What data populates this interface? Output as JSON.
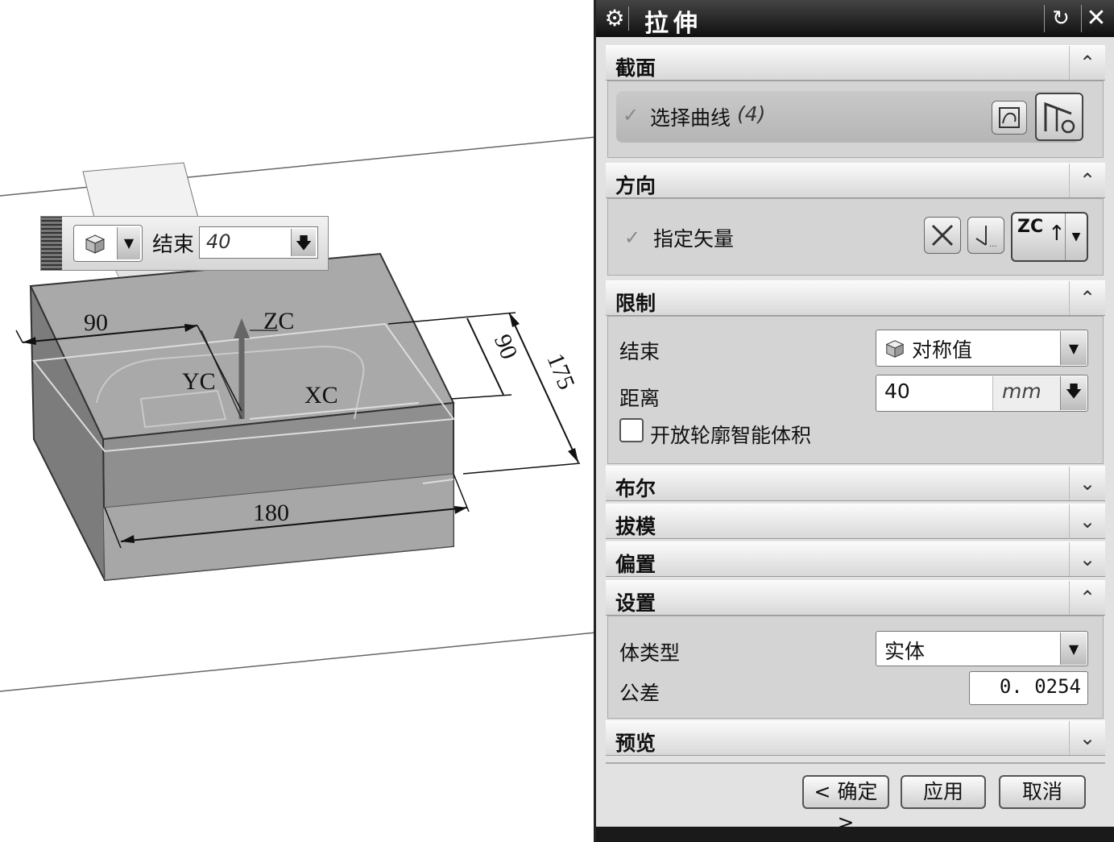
{
  "viewport": {
    "dimensions": {
      "d90_top": "90",
      "d90_right": "90",
      "d175": "175",
      "d180": "180"
    },
    "axes": {
      "zc": "ZC",
      "yc": "YC",
      "xc": "XC"
    },
    "mini_toolbar": {
      "end_label": "结束",
      "end_value": "40"
    }
  },
  "dialog": {
    "title": "拉伸",
    "sections": {
      "section": {
        "label": "截面",
        "select_curve": "选择曲线",
        "count": "(4)"
      },
      "direction": {
        "label": "方向",
        "specify_vector": "指定矢量",
        "vector_combo": "ZC"
      },
      "limits": {
        "label": "限制",
        "end_label": "结束",
        "end_value": "对称值",
        "distance_label": "距离",
        "distance_value": "40",
        "distance_unit": "mm",
        "open_profile_label": "开放轮廓智能体积"
      },
      "boolean": {
        "label": "布尔"
      },
      "draft": {
        "label": "拔模"
      },
      "offset": {
        "label": "偏置"
      },
      "settings": {
        "label": "设置",
        "body_type_label": "体类型",
        "body_type_value": "实体",
        "tolerance_label": "公差",
        "tolerance_value": "0. 0254"
      },
      "preview": {
        "label": "预览"
      }
    },
    "buttons": {
      "ok": "< 确定 >",
      "apply": "应用",
      "cancel": "取消"
    }
  },
  "icons": [
    "gear-icon",
    "reset-icon",
    "close-icon",
    "cube-icon",
    "chevron-up-icon",
    "chevron-down-icon",
    "curve-select-icon",
    "sketch-icon",
    "reverse-direction-icon",
    "vector-dialog-icon",
    "checkmark-icon"
  ]
}
